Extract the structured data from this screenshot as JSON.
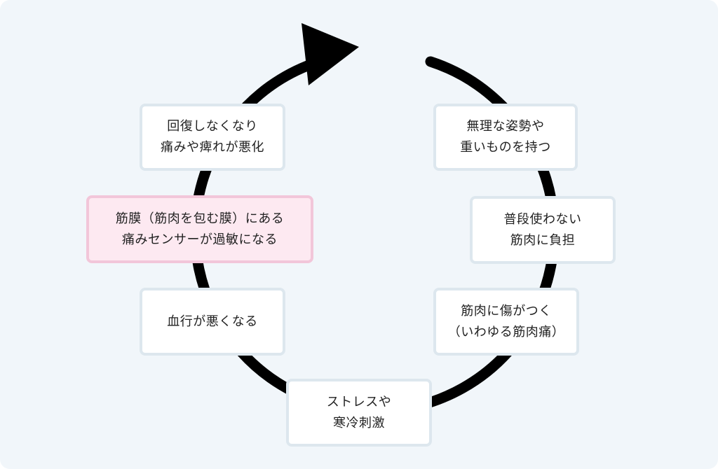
{
  "diagram": {
    "type": "cycle",
    "direction": "clockwise",
    "colors": {
      "background": "#f1f6fa",
      "node_fill": "#ffffff",
      "node_border": "#dde7ee",
      "highlight_fill": "#fde9f1",
      "highlight_border": "#f2c6d9",
      "arrow": "#000000",
      "text": "#222222"
    },
    "nodes": [
      {
        "id": "posture",
        "lines": [
          "無理な姿勢や",
          "重いものを持つ"
        ],
        "highlight": false
      },
      {
        "id": "unused-muscle",
        "lines": [
          "普段使わない",
          "筋肉に負担"
        ],
        "highlight": false
      },
      {
        "id": "muscle-damage",
        "lines": [
          "筋肉に傷がつく",
          "（いわゆる筋肉痛）"
        ],
        "highlight": false
      },
      {
        "id": "stress-cold",
        "lines": [
          "ストレスや",
          "寒冷刺激"
        ],
        "highlight": false
      },
      {
        "id": "poor-circulation",
        "lines": [
          "血行が悪くなる"
        ],
        "highlight": false
      },
      {
        "id": "fascia-sensitive",
        "lines": [
          "筋膜（筋肉を包む膜）にある",
          "痛みセンサーが過敏になる"
        ],
        "highlight": true
      },
      {
        "id": "no-recovery",
        "lines": [
          "回復しなくなり",
          "痛みや痺れが悪化"
        ],
        "highlight": false
      }
    ]
  }
}
